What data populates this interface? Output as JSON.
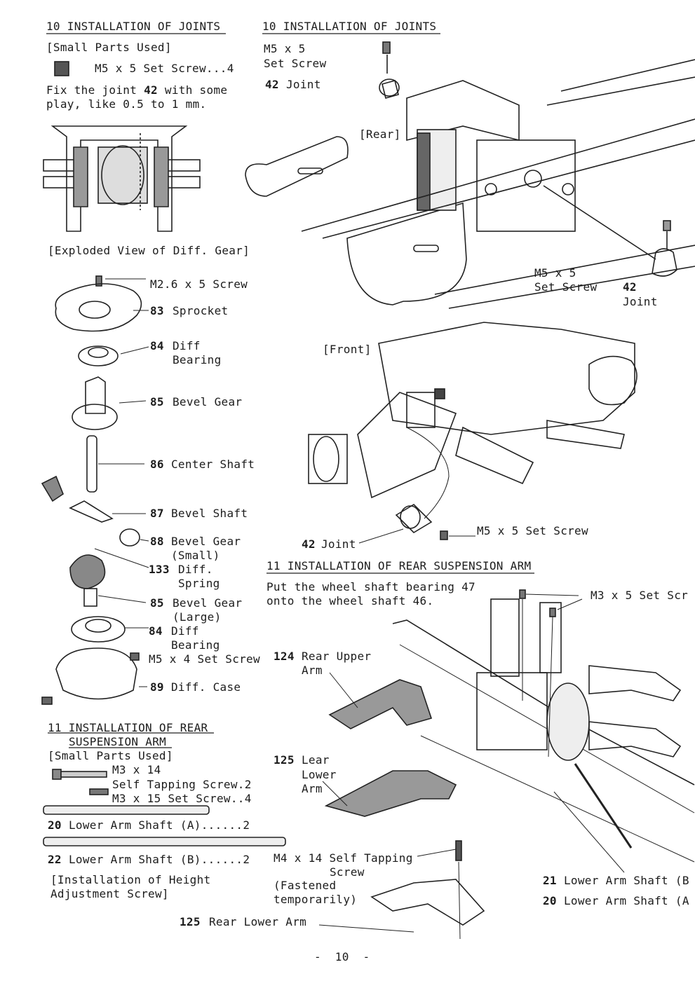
{
  "left": {
    "joints_heading": "10 INSTALLATION OF JOINTS",
    "small_parts_label": "[Small Parts Used]",
    "set_screw_item": "M5 x 5 Set Screw...4",
    "fix_note_line1": "Fix the joint",
    "fix_note_num": "42",
    "fix_note_line1b": "with some",
    "fix_note_line2": "play, like 0.5 to 1 mm.",
    "exploded_caption": "[Exploded View of Diff. Gear]",
    "parts": [
      {
        "num": "",
        "label": "M2.6 x 5 Screw"
      },
      {
        "num": "83",
        "label": "Sprocket"
      },
      {
        "num": "84",
        "label": "Diff\nBearing"
      },
      {
        "num": "85",
        "label": "Bevel Gear"
      },
      {
        "num": "86",
        "label": "Center Shaft"
      },
      {
        "num": "87",
        "label": "Bevel Shaft"
      },
      {
        "num": "88",
        "label": "Bevel Gear\n(Small)"
      },
      {
        "num": "133",
        "label": "Diff.\nSpring"
      },
      {
        "num": "85",
        "label": "Bevel Gear\n(Large)"
      },
      {
        "num": "84",
        "label": "Diff\nBearing"
      },
      {
        "num": "",
        "label": "M5 x 4 Set Screw"
      },
      {
        "num": "89",
        "label": "Diff. Case"
      }
    ],
    "rear_heading_line1": "11 INSTALLATION OF REAR",
    "rear_heading_line2": "SUSPENSION ARM",
    "small_parts_label2": "[Small Parts Used]",
    "tap_screw_line1": "M3 x 14",
    "tap_screw_line2": "Self Tapping Screw.2",
    "set_screw15": "M3 x 15 Set Screw..4",
    "shaft_a": "Lower Arm Shaft (A)......2",
    "shaft_a_num": "20",
    "shaft_b": "Lower Arm Shaft (B)......2",
    "shaft_b_num": "22",
    "height_note_line1": "[Installation of Height",
    "height_note_line2": "Adjustment Screw]"
  },
  "right": {
    "joints_heading": "10 INSTALLATION OF JOINTS",
    "m5_label_line1": "M5 x 5",
    "m5_label_line2": "Set Screw",
    "joint_num": "42",
    "joint_label": "Joint",
    "rear_label": "[Rear]",
    "set_screw_right_line1": "M5 x 5",
    "set_screw_right_line2": "Set Screw",
    "joint_right_num": "42",
    "joint_right_label": "Joint",
    "front_label": "[Front]",
    "front_set_screw": "M5 x 5 Set Screw",
    "front_joint_num": "42",
    "front_joint_label": "Joint",
    "rear_arm_heading": "11 INSTALLATION OF REAR SUSPENSION ARM",
    "rear_arm_note_line1": "Put the wheel shaft bearing 47",
    "rear_arm_note_line2": "onto the wheel shaft 46.",
    "m3_set_screw": "M3 x 5 Set Scr",
    "upper_arm_num": "124",
    "upper_arm_line1": "Rear Upper",
    "upper_arm_line2": "Arm",
    "lower_arm_num": "125",
    "lower_arm_line1": "Lear",
    "lower_arm_line2": "Lower",
    "lower_arm_line3": "Arm",
    "m4_line1": "M4 x 14 Self Tapping",
    "m4_line2": "Screw",
    "fastened_line1": "(Fastened",
    "fastened_line2": "temporarily)",
    "shaft_b_num": "21",
    "shaft_b_label": "Lower Arm Shaft (B",
    "shaft_a_num": "20",
    "shaft_a_label": "Lower Arm Shaft (A",
    "bottom_arm_num": "125",
    "bottom_arm_label": "Rear Lower Arm"
  },
  "footer": {
    "page_number": "-  10  -"
  },
  "colors": {
    "ink": "#1c1c1c",
    "paper": "#ffffff",
    "shade": "#9a9a9a"
  }
}
